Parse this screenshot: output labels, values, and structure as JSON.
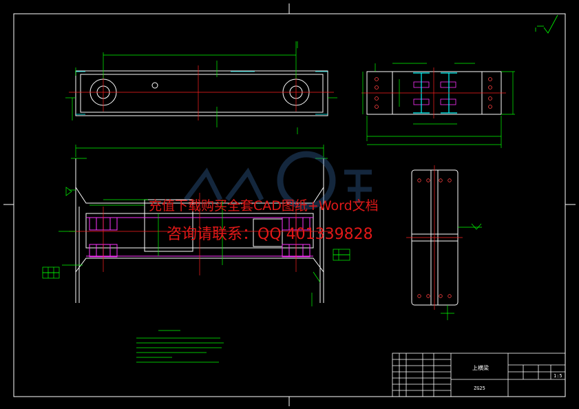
{
  "watermark": {
    "line1": "充值下载购买全套CAD图纸+Word文档",
    "line2": "咨询请联系：QQ 401339828",
    "logo": "人人文库"
  },
  "title_block": {
    "part_name": "上横梁",
    "scale": "1:5",
    "code": "ZG25"
  },
  "colors": {
    "background": "#000000",
    "outline": "#ffffff",
    "dimension": "#00ff00",
    "centerline": "#ff2020",
    "hatch_magenta": "#ff33ff",
    "hatch_cyan": "#00ffff",
    "watermark": "#e01818"
  }
}
